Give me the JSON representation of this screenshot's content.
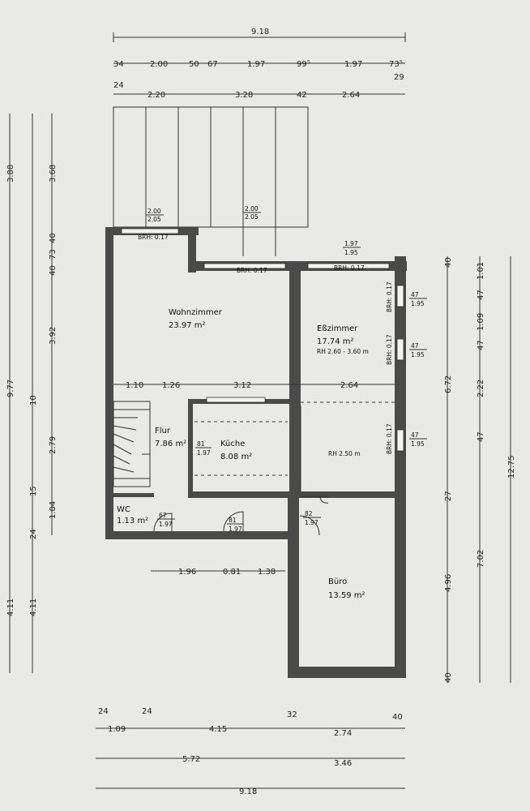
{
  "dims_top": {
    "total": "9.18",
    "row1": [
      "34",
      "2.00",
      "50",
      "67",
      "1.97",
      "99⁵",
      "1.97",
      "73⁵"
    ],
    "row2": [
      "24",
      "2.20",
      "3.28",
      "42",
      "2.64",
      "29"
    ]
  },
  "dims_left": {
    "outer": [
      "3.88",
      "9.77",
      "4.11"
    ],
    "inner": [
      "3.68",
      "40",
      "73",
      "40",
      "3.92",
      "10",
      "2.79",
      "15",
      "1.04",
      "24",
      "4.11"
    ]
  },
  "dims_right": {
    "inner": [
      "40",
      "6.72",
      "27",
      "4.96",
      "40"
    ],
    "mid": [
      "1.01",
      "47",
      "1.09",
      "47",
      "2.22",
      "47",
      "7.02"
    ],
    "outer": [
      "12.75"
    ]
  },
  "dims_bottom": {
    "row1": [
      "24",
      "1.09",
      "24",
      "4.15",
      "32",
      "2.74",
      "40"
    ],
    "row2": [
      "5.72",
      "3.46"
    ],
    "row3": [
      "9.18"
    ]
  },
  "dims_internal": {
    "row_mid": [
      "1.10",
      "1.26",
      "3.12",
      "2.64"
    ],
    "row_lower": [
      "1.96",
      "0.81",
      "1.38"
    ]
  },
  "rooms": {
    "wohnzimmer": {
      "name": "Wohnzimmer",
      "area": "23.97 m²"
    },
    "esszimmer": {
      "name": "Eßzimmer",
      "area": "17.74 m²",
      "note": "RH 2.60 - 3.60 m"
    },
    "flur": {
      "name": "Flur",
      "area": "7.86 m²"
    },
    "kueche": {
      "name": "Küche",
      "area": "8.08 m²"
    },
    "wc": {
      "name": "WC",
      "area": "1.13 m²"
    },
    "buero": {
      "name": "Büro",
      "area": "13.59 m²"
    },
    "rh": {
      "note": "RH 2.50 m"
    }
  },
  "openings": {
    "win_left_big": {
      "w": "2.00",
      "h": "2.05"
    },
    "win_mid_big": {
      "w": "2.00",
      "h": "2.05"
    },
    "win_top_right": {
      "w": "1.97",
      "h": "1.95"
    },
    "brh": "BRH: 0.17",
    "win_right_1": {
      "w": "47",
      "h": "1.95"
    },
    "win_right_2": {
      "w": "47",
      "h": "1.95"
    },
    "win_right_3": {
      "w": "47",
      "h": "1.95"
    },
    "door_kueche": {
      "w": "81",
      "h": "1.97"
    },
    "door_wc": {
      "w": "67",
      "h": "1.97"
    },
    "door_flur": {
      "w": "81",
      "h": "1.97"
    },
    "door_buero": {
      "w": "82",
      "h": "1.97"
    }
  },
  "colors": {
    "paper": "#e9e9e7",
    "wall": "#4a4a4a",
    "ink": "#222222"
  }
}
